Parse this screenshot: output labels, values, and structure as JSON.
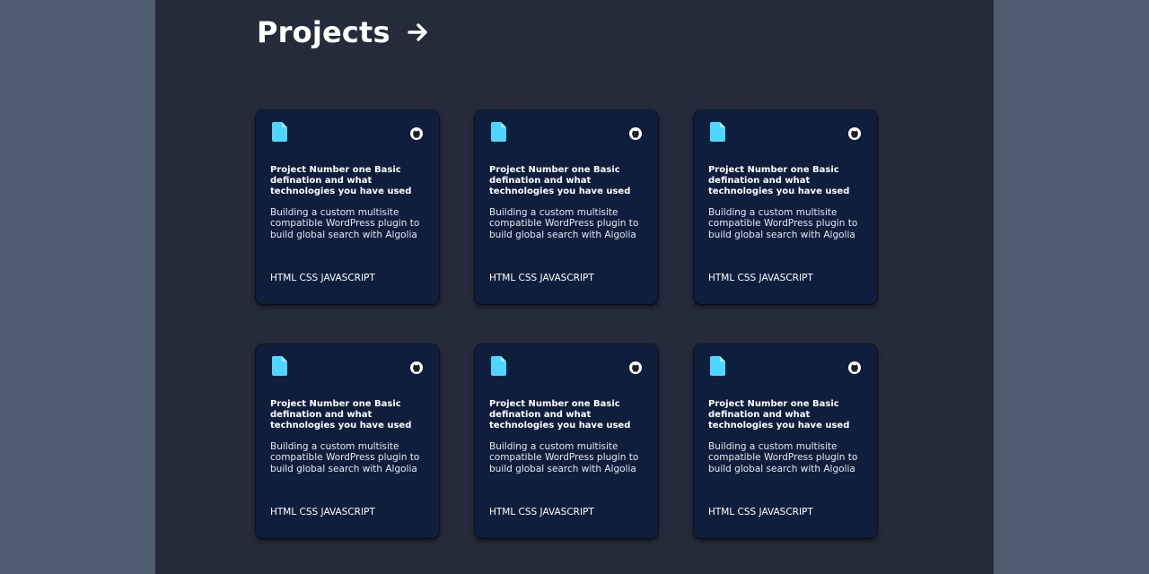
{
  "section": {
    "title": "Projects",
    "arrow_icon": "arrow-right-icon"
  },
  "colors": {
    "outer_background": "#505d70",
    "page_background": "#252b3a",
    "card_background": "#0f1e3d",
    "file_icon": "#4fd6ff"
  },
  "projects": [
    {
      "icon": "file-icon",
      "link_icon": "github-icon",
      "title": "Project Number one Basic defination and what technologies you have used",
      "description": "Building a custom multisite compatible WordPress plugin to build global search with Algolia",
      "tech": "HTML CSS JAVASCRIPT"
    },
    {
      "icon": "file-icon",
      "link_icon": "github-icon",
      "title": "Project Number one Basic defination and what technologies you have used",
      "description": "Building a custom multisite compatible WordPress plugin to build global search with Algolia",
      "tech": "HTML CSS JAVASCRIPT"
    },
    {
      "icon": "file-icon",
      "link_icon": "github-icon",
      "title": "Project Number one Basic defination and what technologies you have used",
      "description": "Building a custom multisite compatible WordPress plugin to build global search with Algolia",
      "tech": "HTML CSS JAVASCRIPT"
    },
    {
      "icon": "file-icon",
      "link_icon": "github-icon",
      "title": "Project Number one Basic defination and what technologies you have used",
      "description": "Building a custom multisite compatible WordPress plugin to build global search with Algolia",
      "tech": "HTML CSS JAVASCRIPT"
    },
    {
      "icon": "file-icon",
      "link_icon": "github-icon",
      "title": "Project Number one Basic defination and what technologies you have used",
      "description": "Building a custom multisite compatible WordPress plugin to build global search with Algolia",
      "tech": "HTML CSS JAVASCRIPT"
    },
    {
      "icon": "file-icon",
      "link_icon": "github-icon",
      "title": "Project Number one Basic defination and what technologies you have used",
      "description": "Building a custom multisite compatible WordPress plugin to build global search with Algolia",
      "tech": "HTML CSS JAVASCRIPT"
    }
  ]
}
